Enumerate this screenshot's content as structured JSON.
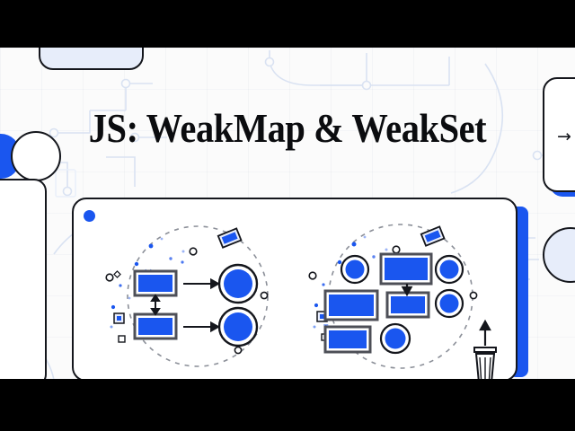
{
  "slide": {
    "title": "JS: WeakMap & WeakSet",
    "background_color": "#fbfbfb",
    "accent_color": "#1a56ef",
    "outline_color": "#14161c",
    "letterbox_color": "#000000"
  },
  "decorations": {
    "top_left_card_fill": "#e7edfa",
    "left_circle_fill": "#ffffff",
    "left_blue_blob_fill": "#1a56ef",
    "right_card_arrow": "→",
    "right_circle_fill": "#e7edfa"
  },
  "main_card": {
    "dot_color": "#1a56ef",
    "accent_bar_color": "#1a56ef",
    "border_color": "#14161c",
    "panels": [
      {
        "name": "weakmap-diagram",
        "caption": "",
        "description": "Two key objects linked by a bidirectional arrow, each mapping with an arrow to a value circle, enclosed by a dashed boundary with scattered particles.",
        "keys": 2,
        "values": 2,
        "arrows": [
          "key-to-value",
          "key-to-value",
          "key-to-key-bidirectional"
        ],
        "boundary": "dashed-circle"
      },
      {
        "name": "weakset-diagram",
        "caption": "",
        "description": "A cluster of unreferenced object rectangles and circles inside a dashed boundary, with one object dropping into a trash bin labelled by an upward arrow, representing garbage collection.",
        "rectangles": 4,
        "circles": 4,
        "arrows": [
          "object-collected-down"
        ],
        "trash_icon": "trash-bin",
        "trash_arrow": "↑",
        "boundary": "dashed-circle"
      }
    ]
  }
}
